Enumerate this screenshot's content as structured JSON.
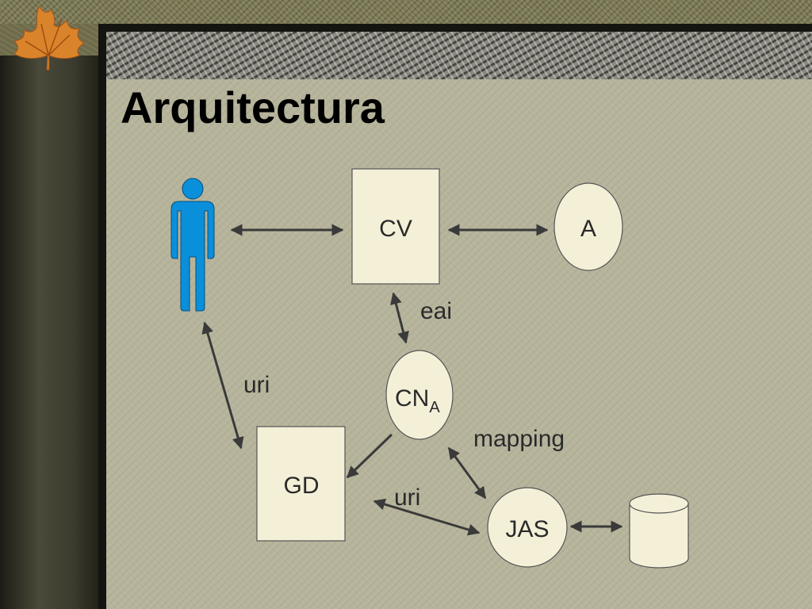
{
  "slide": {
    "title": "Arquitectura"
  },
  "diagram": {
    "nodes": {
      "cv": "CV",
      "a": "A",
      "cna_main": "CN",
      "cna_sub": "A",
      "gd": "GD",
      "jas": "JAS"
    },
    "labels": {
      "eai": "eai",
      "uri_left": "uri",
      "mapping": "mapping",
      "uri_bottom": "uri"
    }
  },
  "colors": {
    "node_fill": "#f4f0d8",
    "user_figure": "#0a8fdb",
    "arrow": "#3a3a3a",
    "background": "#b7b49c"
  }
}
